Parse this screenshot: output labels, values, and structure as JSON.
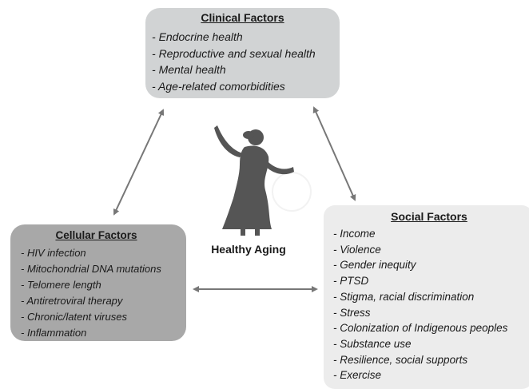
{
  "clinical": {
    "title": "Clinical Factors",
    "items": [
      "Endocrine health",
      "Reproductive and sexual health",
      "Mental health",
      "Age-related comorbidities"
    ]
  },
  "cellular": {
    "title": "Cellular Factors",
    "items": [
      "HIV infection",
      "Mitochondrial DNA mutations",
      "Telomere length",
      "Antiretroviral therapy",
      "Chronic/latent viruses",
      "Inflammation"
    ]
  },
  "social": {
    "title": "Social Factors",
    "items": [
      "Income",
      "Violence",
      "Gender inequity",
      "PTSD",
      "Stigma, racial discrimination",
      "Stress",
      "Colonization of Indigenous peoples",
      "Substance use",
      "Resilience, social supports",
      "Exercise"
    ]
  },
  "center": {
    "label": "Healthy Aging",
    "icon": "dancing-woman-icon"
  },
  "colors": {
    "clinical_box": "#d1d3d4",
    "cellular_box": "#a8a8a8",
    "social_box": "#ececec",
    "arrow": "#777777",
    "figure": "#555555"
  }
}
